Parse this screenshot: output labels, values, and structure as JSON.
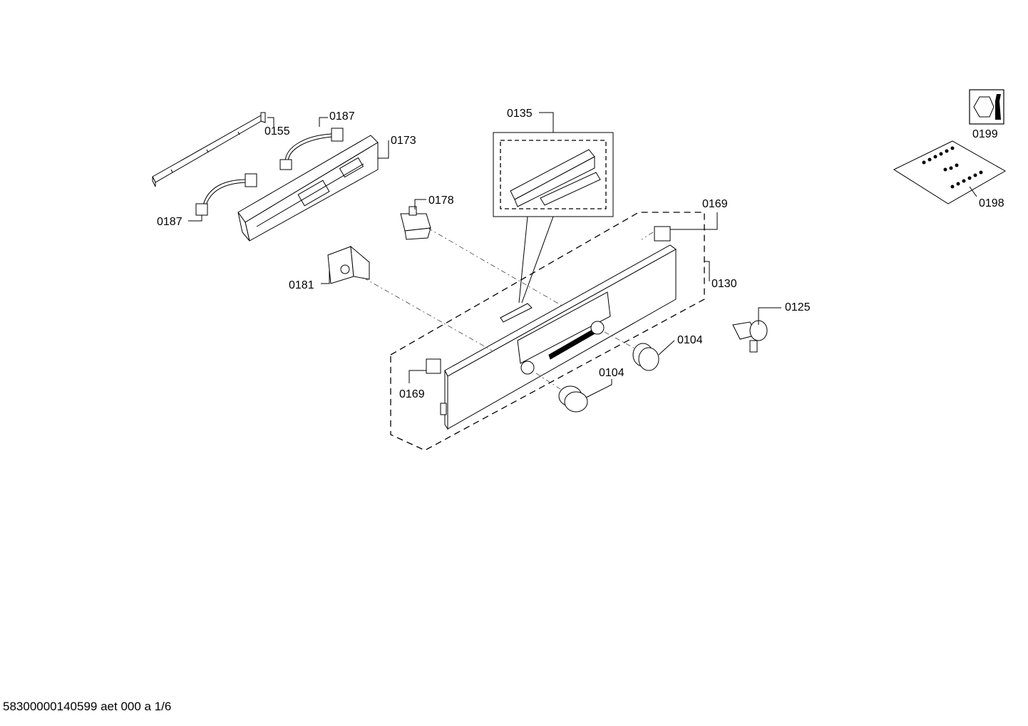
{
  "parts": {
    "p0155": "0155",
    "p0187_top": "0187",
    "p0187_bottom": "0187",
    "p0173": "0173",
    "p0135": "0135",
    "p0178": "0178",
    "p0169_right": "0169",
    "p0169_left": "0169",
    "p0130": "0130",
    "p0181": "0181",
    "p0125": "0125",
    "p0104_right": "0104",
    "p0104_left": "0104",
    "p0199": "0199",
    "p0198": "0198"
  },
  "footer": {
    "document_id": "58300000140599 aet 000 a 1/6"
  },
  "icons": {
    "tool_symbol": "wrench-nut-icon"
  }
}
